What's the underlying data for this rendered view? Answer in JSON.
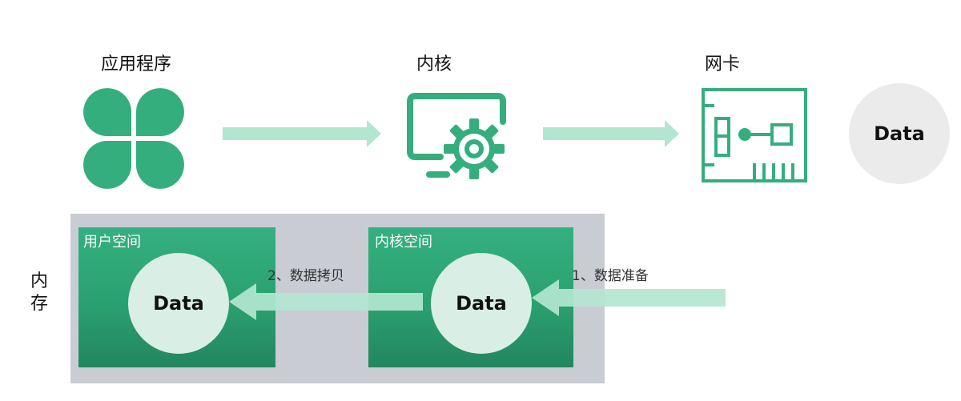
{
  "labels": {
    "app": "应用程序",
    "kernel": "内核",
    "nic": "网卡",
    "memory": "内存"
  },
  "nic_data": "Data",
  "memory_regions": {
    "user_space": {
      "title": "用户空间",
      "data": "Data"
    },
    "kernel_space": {
      "title": "内核空间",
      "data": "Data"
    }
  },
  "steps": {
    "step1": "1、数据准备",
    "step2": "2、数据拷贝"
  },
  "icons": {
    "app": "four-leaf-clover-icon",
    "kernel": "monitor-gear-icon",
    "nic": "network-card-icon"
  },
  "colors": {
    "accent_green": "#35ae7e",
    "arrow_light_green": "#b3e6d1",
    "memory_bg": "#c9ccd3",
    "data_circle_light": "#d9eee5",
    "data_circle_gray": "#ebebeb"
  }
}
